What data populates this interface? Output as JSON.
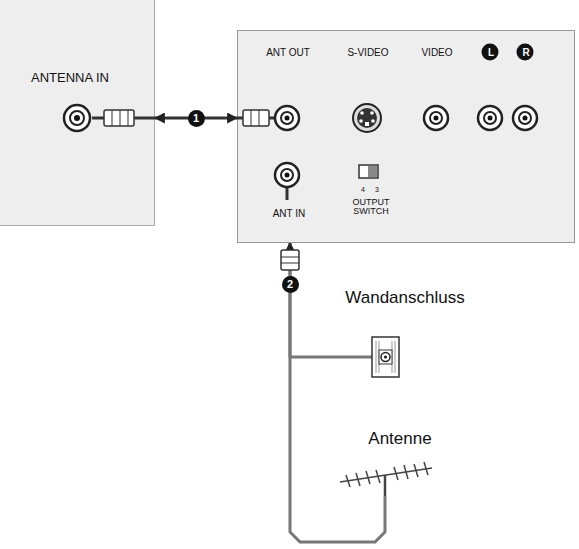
{
  "diagram": {
    "nodes": [
      {
        "text": [
          "ANTENNA IN"
        ]
      },
      {
        "text": [
          "ANT OUT",
          "S-VIDEO",
          "VIDEO",
          "L",
          "R",
          "ANT IN",
          "4",
          "3",
          "OUTPUT SWITCH"
        ]
      },
      {
        "text": [
          "Wandanschluss"
        ]
      },
      {
        "text": [
          "Antenne"
        ]
      }
    ],
    "edges": [
      {
        "from": 1,
        "to": 0,
        "arrow": "both",
        "label": "1"
      },
      {
        "from": 2,
        "to": 1,
        "arrow": "to",
        "label": "2"
      },
      {
        "from": 3,
        "to": 1,
        "arrow": "to"
      }
    ]
  }
}
